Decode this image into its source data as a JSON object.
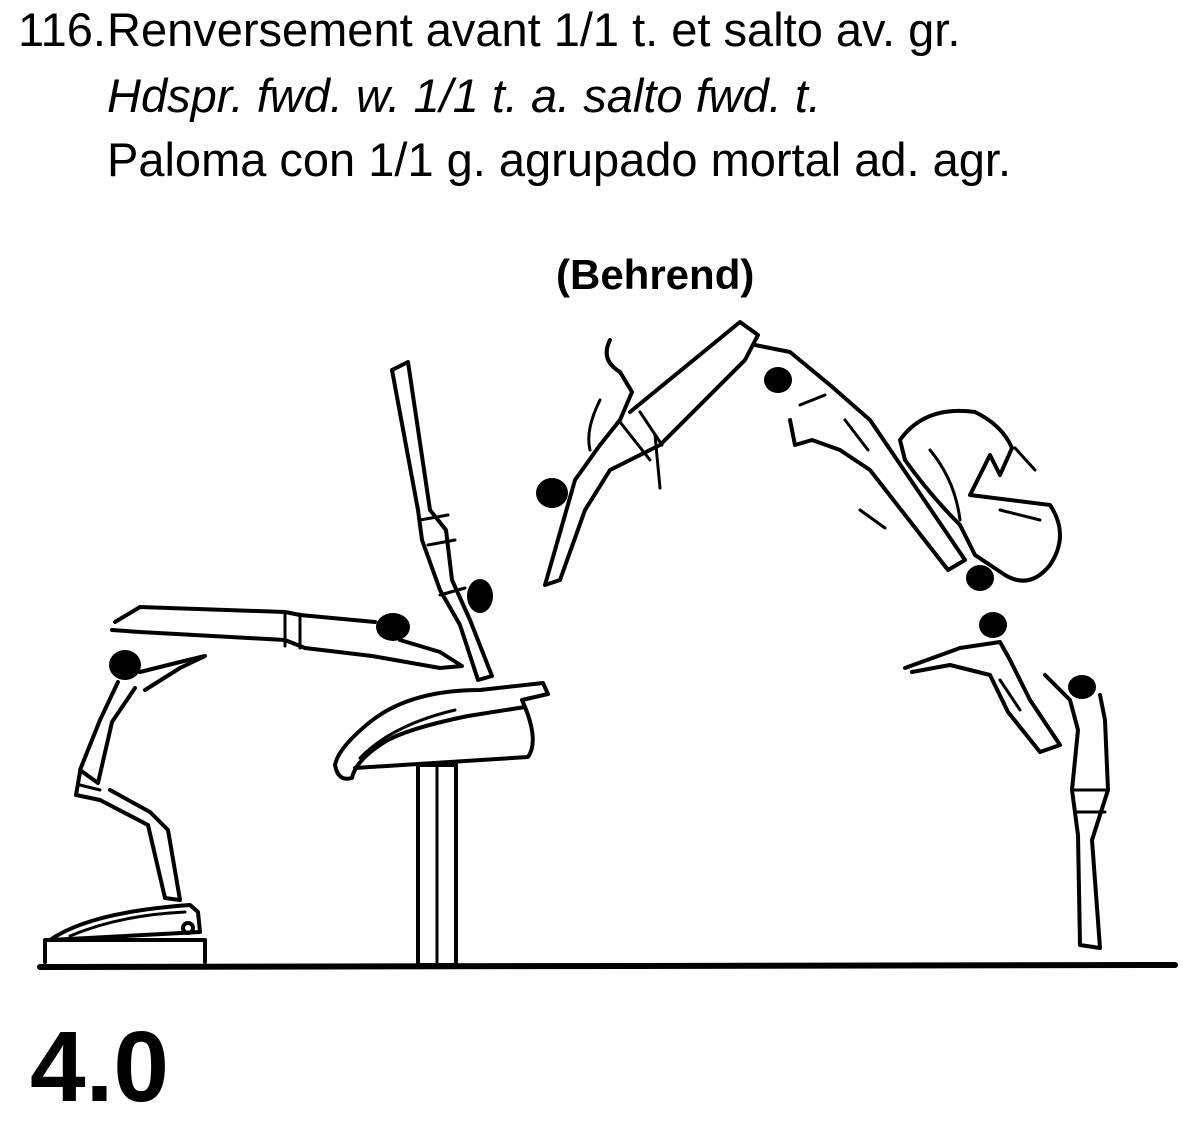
{
  "element": {
    "number": "116.",
    "name_fr": "Renversement avant 1/1 t. et salto av. gr.",
    "name_en": "Hdspr. fwd. w. 1/1 t. a. salto fwd. t.",
    "name_es": "Paloma con 1/1 g. agrupado mortal ad. agr.",
    "gymnast": "(Behrend)",
    "value": "4.0"
  }
}
